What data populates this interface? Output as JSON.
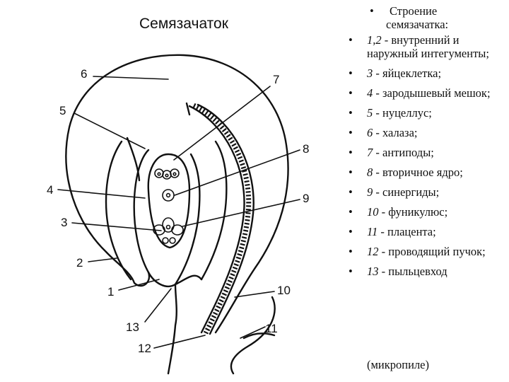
{
  "title": "Семязачаток",
  "legend": {
    "heading_line1": "Строение",
    "heading_line2": "семязачатка:",
    "items": [
      {
        "num": "1,2",
        "text": " - внутренний и наружный интегументы;"
      },
      {
        "num": "3",
        "text": " - яйцеклетка;"
      },
      {
        "num": "4",
        "text": " - зародышевый мешок;"
      },
      {
        "num": "5",
        "text": " - нуцеллус;"
      },
      {
        "num": "6",
        "text": " - халаза;"
      },
      {
        "num": "7",
        "text": " - антиподы;"
      },
      {
        "num": "8",
        "text": " - вторичное ядро;"
      },
      {
        "num": "9",
        "text": " - синергиды;"
      },
      {
        "num": "10",
        "text": " - фуникулюс;"
      },
      {
        "num": "11",
        "text": " - плацента;"
      },
      {
        "num": "12",
        "text": " - проводящий пучок;"
      },
      {
        "num": "13",
        "text": " - пыльцевход"
      }
    ],
    "footer": "(микропиле)"
  },
  "labels": {
    "l1": "1",
    "l2": "2",
    "l3": "3",
    "l4": "4",
    "l5": "5",
    "l6": "6",
    "l7": "7",
    "l8": "8",
    "l9": "9",
    "l10": "10",
    "l11": "11",
    "l12": "12",
    "l13": "13"
  }
}
